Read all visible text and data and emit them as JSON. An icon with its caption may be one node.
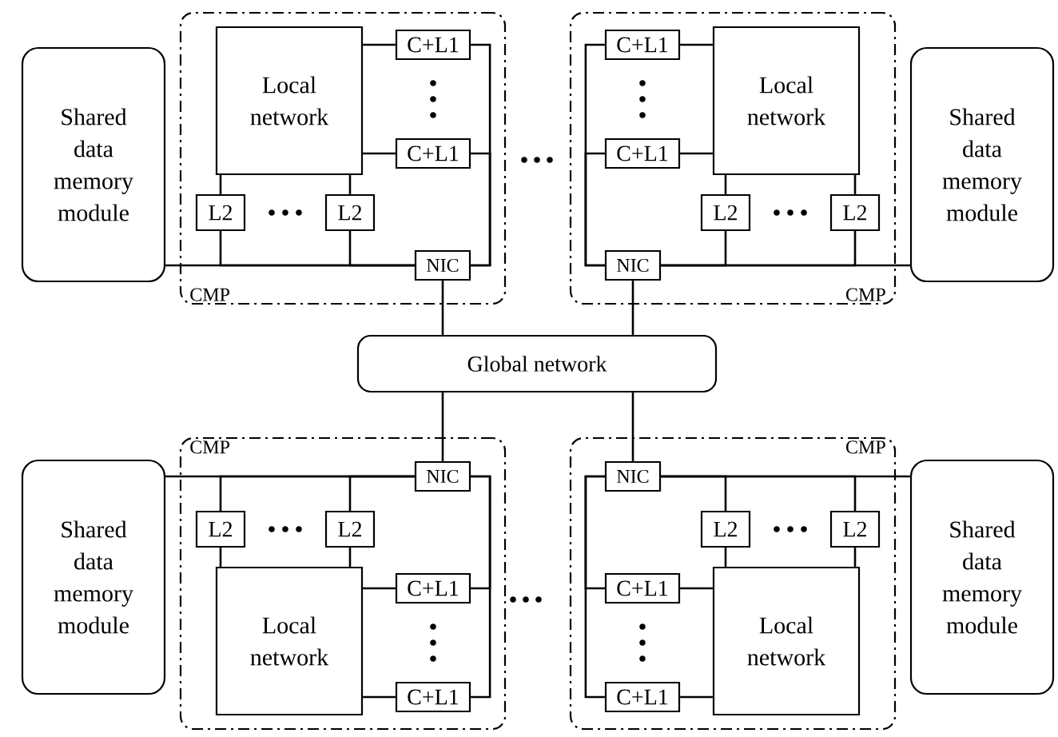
{
  "diagram": {
    "nodes": [
      {
        "text": [
          "Shared data memory module"
        ]
      },
      {
        "text": [
          "CMP"
        ]
      },
      {
        "text": [
          "Local network"
        ],
        "in": 1
      },
      {
        "text": [
          "C+L1"
        ],
        "in": 1
      },
      {
        "text": [
          "C+L1"
        ],
        "in": 1
      },
      {
        "text": [
          "L2"
        ],
        "in": 1
      },
      {
        "text": [
          "L2"
        ],
        "in": 1
      },
      {
        "text": [
          "NIC"
        ],
        "in": 1
      },
      {
        "text": [
          "CMP"
        ]
      },
      {
        "text": [
          "Local network"
        ],
        "in": 8
      },
      {
        "text": [
          "C+L1"
        ],
        "in": 8
      },
      {
        "text": [
          "C+L1"
        ],
        "in": 8
      },
      {
        "text": [
          "L2"
        ],
        "in": 8
      },
      {
        "text": [
          "L2"
        ],
        "in": 8
      },
      {
        "text": [
          "NIC"
        ],
        "in": 8
      },
      {
        "text": [
          "Shared data memory module"
        ]
      },
      {
        "text": [
          "Global network"
        ]
      },
      {
        "text": [
          "Shared data memory module"
        ]
      },
      {
        "text": [
          "CMP"
        ]
      },
      {
        "text": [
          "NIC"
        ],
        "in": 18
      },
      {
        "text": [
          "L2"
        ],
        "in": 18
      },
      {
        "text": [
          "L2"
        ],
        "in": 18
      },
      {
        "text": [
          "Local network"
        ],
        "in": 18
      },
      {
        "text": [
          "C+L1"
        ],
        "in": 18
      },
      {
        "text": [
          "C+L1"
        ],
        "in": 18
      },
      {
        "text": [
          "CMP"
        ]
      },
      {
        "text": [
          "NIC"
        ],
        "in": 25
      },
      {
        "text": [
          "L2"
        ],
        "in": 25
      },
      {
        "text": [
          "L2"
        ],
        "in": 25
      },
      {
        "text": [
          "Local network"
        ],
        "in": 25
      },
      {
        "text": [
          "C+L1"
        ],
        "in": 25
      },
      {
        "text": [
          "C+L1"
        ],
        "in": 25
      },
      {
        "text": [
          "Shared data memory module"
        ]
      }
    ],
    "edges": [
      {
        "from": 2,
        "to": 3,
        "arrow": "none"
      },
      {
        "from": 2,
        "to": 4,
        "arrow": "none"
      },
      {
        "from": 2,
        "to": 5,
        "arrow": "none"
      },
      {
        "from": 2,
        "to": 6,
        "arrow": "none"
      },
      {
        "from": 5,
        "to": 7,
        "arrow": "none"
      },
      {
        "from": 6,
        "to": 7,
        "arrow": "none"
      },
      {
        "from": 3,
        "to": 7,
        "arrow": "none"
      },
      {
        "from": 4,
        "to": 7,
        "arrow": "none"
      },
      {
        "from": 0,
        "to": 7,
        "arrow": "none"
      },
      {
        "from": 7,
        "to": 16,
        "arrow": "none"
      },
      {
        "from": 9,
        "to": 10,
        "arrow": "none"
      },
      {
        "from": 9,
        "to": 11,
        "arrow": "none"
      },
      {
        "from": 9,
        "to": 12,
        "arrow": "none"
      },
      {
        "from": 9,
        "to": 13,
        "arrow": "none"
      },
      {
        "from": 12,
        "to": 14,
        "arrow": "none"
      },
      {
        "from": 13,
        "to": 14,
        "arrow": "none"
      },
      {
        "from": 10,
        "to": 14,
        "arrow": "none"
      },
      {
        "from": 11,
        "to": 14,
        "arrow": "none"
      },
      {
        "from": 15,
        "to": 14,
        "arrow": "none"
      },
      {
        "from": 14,
        "to": 16,
        "arrow": "none"
      },
      {
        "from": 22,
        "to": 23,
        "arrow": "none"
      },
      {
        "from": 22,
        "to": 24,
        "arrow": "none"
      },
      {
        "from": 22,
        "to": 20,
        "arrow": "none"
      },
      {
        "from": 22,
        "to": 21,
        "arrow": "none"
      },
      {
        "from": 20,
        "to": 19,
        "arrow": "none"
      },
      {
        "from": 21,
        "to": 19,
        "arrow": "none"
      },
      {
        "from": 23,
        "to": 19,
        "arrow": "none"
      },
      {
        "from": 24,
        "to": 19,
        "arrow": "none"
      },
      {
        "from": 17,
        "to": 19,
        "arrow": "none"
      },
      {
        "from": 19,
        "to": 16,
        "arrow": "none"
      },
      {
        "from": 29,
        "to": 30,
        "arrow": "none"
      },
      {
        "from": 29,
        "to": 31,
        "arrow": "none"
      },
      {
        "from": 29,
        "to": 27,
        "arrow": "none"
      },
      {
        "from": 29,
        "to": 28,
        "arrow": "none"
      },
      {
        "from": 27,
        "to": 26,
        "arrow": "none"
      },
      {
        "from": 28,
        "to": 26,
        "arrow": "none"
      },
      {
        "from": 30,
        "to": 26,
        "arrow": "none"
      },
      {
        "from": 31,
        "to": 26,
        "arrow": "none"
      },
      {
        "from": 32,
        "to": 26,
        "arrow": "none"
      },
      {
        "from": 26,
        "to": 16,
        "arrow": "none"
      }
    ]
  }
}
